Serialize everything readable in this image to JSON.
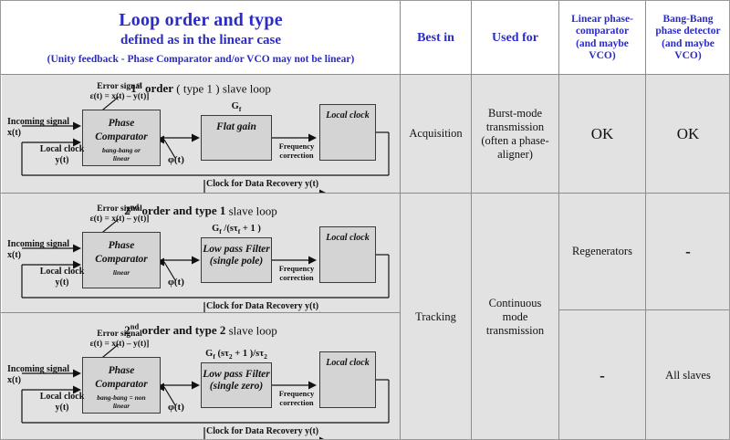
{
  "header": {
    "title_line1": "Loop order and type",
    "title_line2": "defined as in the linear case",
    "title_line3": "(Unity feedback  - Phase Comparator and/or VCO may not be linear)",
    "col_best_in": "Best in",
    "col_used_for": "Used for",
    "col_linear_pc_l1": "Linear phase-",
    "col_linear_pc_l2": "comparator",
    "col_linear_pc_l3": "(and maybe",
    "col_linear_pc_l4": "VCO)",
    "col_bb_l1": "Bang-Bang",
    "col_bb_l2": "phase detector",
    "col_bb_l3": "(and maybe",
    "col_bb_l4": "VCO)",
    "accent_color": "#2b2bc8"
  },
  "cells": {
    "best_in_row1": "Acquisition",
    "best_in_row23": "Tracking",
    "used_for_row1_l1": "Burst-mode",
    "used_for_row1_l2": "transmission",
    "used_for_row1_l3": "(often a phase-",
    "used_for_row1_l4": "aligner)",
    "used_for_row23_l1": "Continuous",
    "used_for_row23_l2": "mode",
    "used_for_row23_l3": "transmission",
    "linear_row1": "OK",
    "linear_row2": "Regenerators",
    "linear_row3": "-",
    "bangbang_row1": "OK",
    "bangbang_row2": "-",
    "bangbang_row3": "All  slaves"
  },
  "rows": [
    {
      "title_bold": "1",
      "title_sup": "st",
      "title_rest": " order",
      "title_tail": " ( type 1 ) slave loop",
      "error_l1": "Error signal",
      "error_l2": "ε(t) = x(t) – y(t)]",
      "incoming_l1": "Incoming signal",
      "incoming_l2": "x(t)",
      "localclk_l1": "Local clock",
      "localclk_l2": "y(t)",
      "pc_t1": "Phase",
      "pc_t2": "Comparator",
      "pc_sub_l1": "bang-bang or",
      "pc_sub_l2": "linear",
      "phi": "φ(t)",
      "formula_html": "G<sub>f</sub>",
      "filter_t1": "Flat gain",
      "filter_t2": "",
      "filter_icon": "flat-gain",
      "freq_l1": "Frequency",
      "freq_l2": "correction",
      "clock_title": "Local clock",
      "recovery": "Clock for Data Recovery y(t)"
    },
    {
      "title_bold": "2",
      "title_sup": "nd",
      "title_rest": " order and type 1",
      "title_tail": "   slave loop",
      "error_l1": "Error signal",
      "error_l2": "ε(t) = x(t) – y(t)]",
      "incoming_l1": "Incoming signal",
      "incoming_l2": "x(t)",
      "localclk_l1": "Local clock",
      "localclk_l2": "y(t)",
      "pc_t1": "Phase",
      "pc_t2": "Comparator",
      "pc_sub_l1": "linear",
      "pc_sub_l2": "",
      "phi": "φ(t)",
      "formula_html": "G<sub>f</sub> /(sτ<sub>f</sub> + 1 )",
      "filter_t1": "Low pass Filter",
      "filter_t2": "(single pole)",
      "filter_icon": "single-pole",
      "freq_l1": "Frequency",
      "freq_l2": "correction",
      "clock_title": "Local clock",
      "recovery": "Clock for Data Recovery y(t)"
    },
    {
      "title_bold": "2",
      "title_sup": "nd",
      "title_rest": " order and  type 2",
      "title_tail": "  slave loop",
      "error_l1": "Error signal",
      "error_l2": "ε(t) = x(t) – y(t)]",
      "incoming_l1": "Incoming signal",
      "incoming_l2": "x(t)",
      "localclk_l1": "Local clock",
      "localclk_l2": "y(t)",
      "pc_t1": "Phase",
      "pc_t2": "Comparator",
      "pc_sub_l1": "bang-bang = non",
      "pc_sub_l2": "linear",
      "phi": "φ(t)",
      "formula_html": "G<sub>f</sub> (sτ<sub>2</sub> + 1 )/sτ<sub>2</sub>",
      "filter_t1": "Low pass Filter",
      "filter_t2": "(single zero)",
      "filter_icon": "single-zero",
      "freq_l1": "Frequency",
      "freq_l2": "correction",
      "clock_title": "Local clock",
      "recovery": "Clock for Data Recovery y(t)"
    }
  ]
}
